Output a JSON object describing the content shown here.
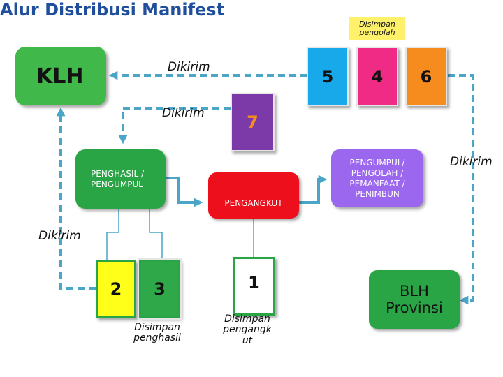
{
  "title": "Alur Distribusi Manifest",
  "colors": {
    "klh": "#41b94a",
    "penghasil": "#2aa546",
    "pengangkut": "#ee0f1d",
    "pengumpul": "#9b67ee",
    "blh": "#2aa546",
    "box5": "#17a9ea",
    "box4": "#ef2b86",
    "box6": "#f68b1e",
    "box7": "#7b3aa8",
    "box2": "#ffff19",
    "box3": "#2fa84a",
    "box1": "#ffffff",
    "note_bg": "#fff26a",
    "dashed_line": "#4aa5c7",
    "solid_arrow": "#4aa5c7"
  },
  "nodes": {
    "klh": "KLH",
    "penghasil": "PENGHASIL / PENGUMPUL",
    "pengangkut": "PENGANGKUT",
    "pengumpul": "PENGUMPUL/ PENGOLAH / PEMANFAAT / PENIMBUN",
    "blh": "BLH Provinsi"
  },
  "copies": {
    "c5": "5",
    "c4": "4",
    "c6": "6",
    "c7": "7",
    "c2": "2",
    "c3": "3",
    "c1": "1"
  },
  "labels": {
    "dikirim_top": "Dikirim",
    "dikirim_mid": "Dikirim",
    "dikirim_right": "Dikirim",
    "dikirim_left": "Dikirim"
  },
  "notes": {
    "disimpan_pengolah": "Disimpan pengolah",
    "disimpan_penghasil": "Disimpan penghasil",
    "disimpan_pengangkut": "Disimpan pengangk ut"
  }
}
